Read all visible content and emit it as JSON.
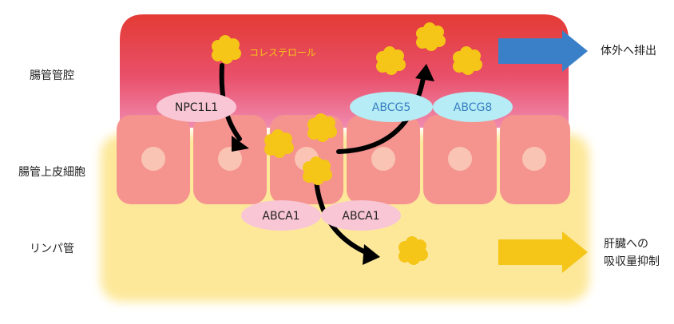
{
  "regions": {
    "lumen": "腸管管腔",
    "epithelium": "腸管上皮細胞",
    "lymph": "リンパ管"
  },
  "molecule_label": "コレステロール",
  "transporters": {
    "npc1l1": "NPC1L1",
    "abcg5": "ABCG5",
    "abcg8": "ABCG8",
    "abca1_left": "ABCA1",
    "abca1_right": "ABCA1"
  },
  "outcomes": {
    "excretion": "体外へ排出",
    "liver_line1": "肝臓への",
    "liver_line2": "吸収量抑制"
  },
  "colors": {
    "lumen_top": "#e33b35",
    "lumen_bottom": "#ee7aa0",
    "cell": "#f5948f",
    "lymph": "#fde89a",
    "cholesterol": "#f5c518",
    "npc1l1_fill": "#f9c6d6",
    "abcg_fill": "#b5ecf5",
    "abcg_text": "#3a7fc2",
    "excretion_arrow": "#3a80c8",
    "liver_arrow": "#f5c518"
  },
  "icons": [
    "cholesterol-blob-icon",
    "flow-arrow-icon"
  ]
}
